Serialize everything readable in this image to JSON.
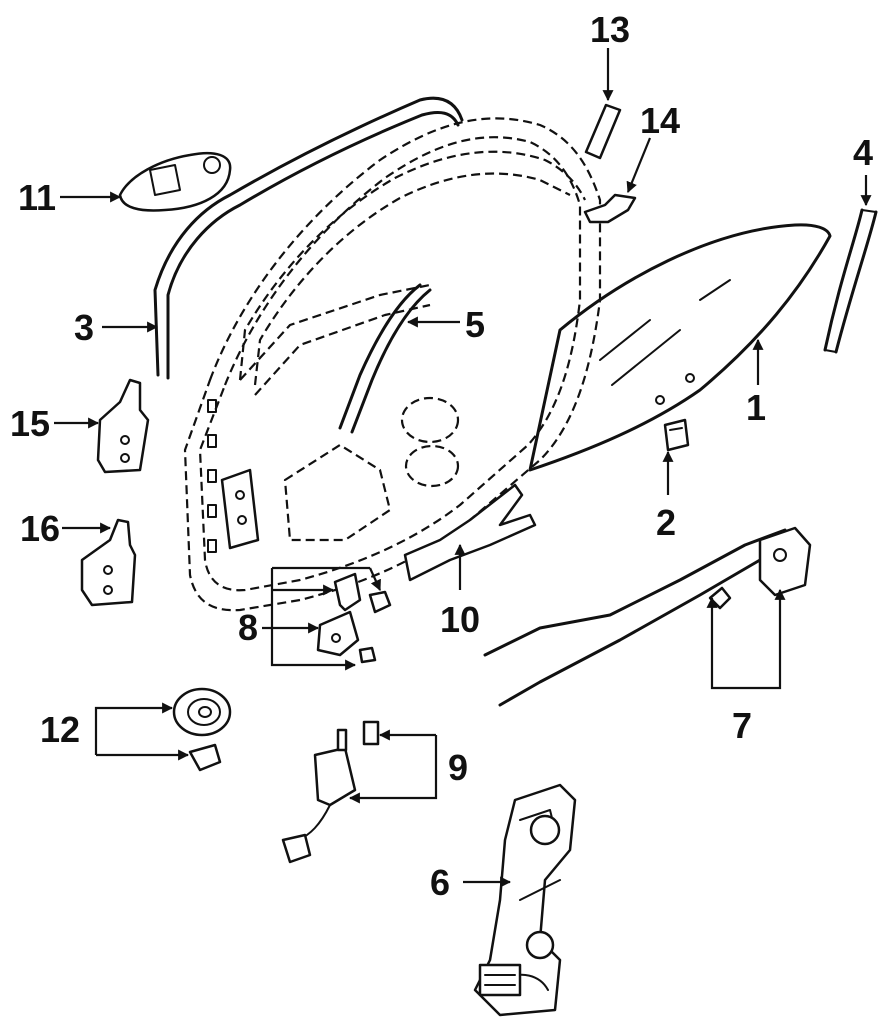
{
  "labels": {
    "p1": "1",
    "p2": "2",
    "p3": "3",
    "p4": "4",
    "p5": "5",
    "p6": "6",
    "p7": "7",
    "p8": "8",
    "p9": "9",
    "p10": "10",
    "p11": "11",
    "p12": "12",
    "p13": "13",
    "p14": "14",
    "p15": "15",
    "p16": "16"
  },
  "colors": {
    "ink": "#111111",
    "background": "#ffffff"
  }
}
